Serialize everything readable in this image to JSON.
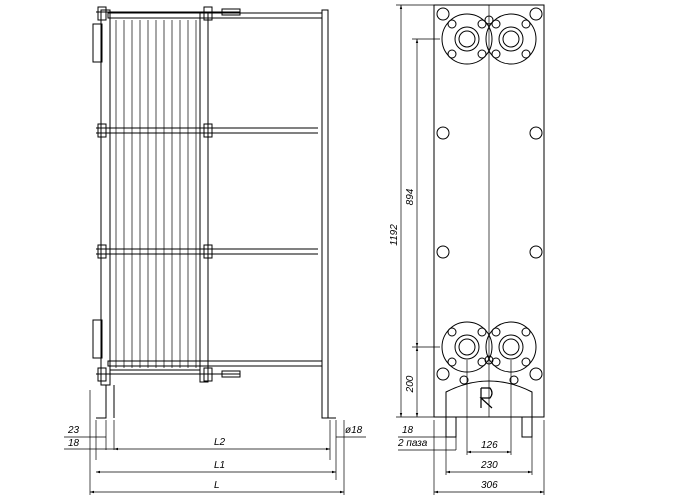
{
  "side_view": {
    "dims": {
      "d1": "23",
      "d2": "18",
      "d3": "L2",
      "d4": "L1",
      "d5": "L",
      "d6": "ø18"
    }
  },
  "front_view": {
    "dims": {
      "height_total": "1192",
      "port_spacing": "894",
      "bottom_offset": "200",
      "foot_gap": "18",
      "slot_note": "2 паза",
      "width_126": "126",
      "width_230": "230",
      "width_306": "306"
    }
  },
  "colors": {
    "line": "#000000",
    "background": "#ffffff"
  }
}
